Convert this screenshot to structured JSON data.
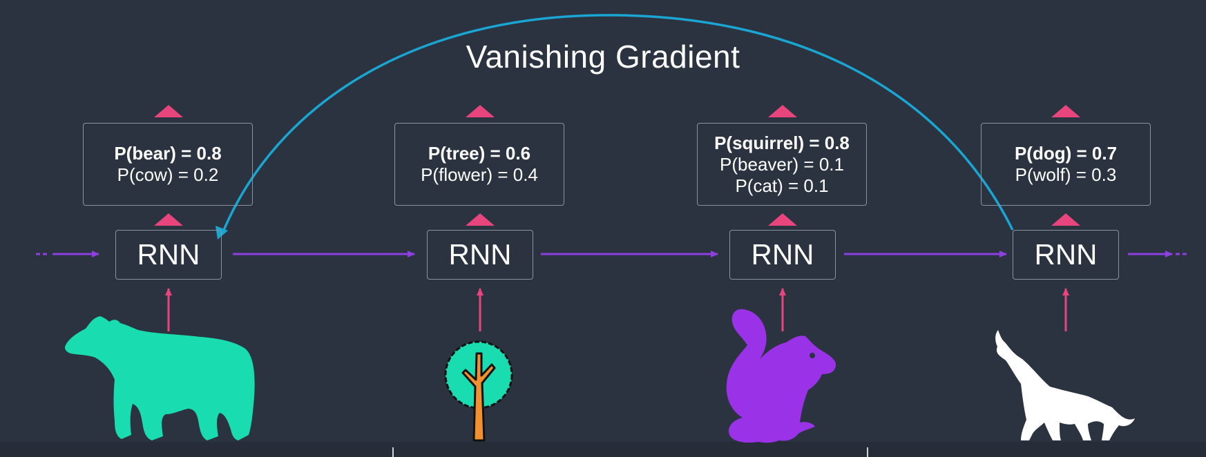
{
  "title": "Vanishing Gradient",
  "colors": {
    "background": "#2b3340",
    "recurrent_arrow": "#8e3fe0",
    "input_output_arrow": "#e8457c",
    "gradient_arc": "#1aa6d2",
    "box_border": "#8a93a2",
    "bear": "#19dcb0",
    "squirrel": "#9a33e8",
    "wolf": "#ffffff",
    "tree_canopy": "#19dcb0",
    "tree_trunk": "#f0902e"
  },
  "steps": [
    {
      "cell_label": "RNN",
      "input_icon": "bear-icon",
      "probabilities": [
        "P(bear) = 0.8",
        "P(cow) = 0.2"
      ]
    },
    {
      "cell_label": "RNN",
      "input_icon": "tree-icon",
      "probabilities": [
        "P(tree) = 0.6",
        "P(flower) = 0.4"
      ]
    },
    {
      "cell_label": "RNN",
      "input_icon": "squirrel-icon",
      "probabilities": [
        "P(squirrel) = 0.8",
        "P(beaver) = 0.1",
        "P(cat) = 0.1"
      ]
    },
    {
      "cell_label": "RNN",
      "input_icon": "wolf-icon",
      "probabilities": [
        "P(dog) = 0.7",
        "P(wolf) = 0.3"
      ]
    }
  ]
}
